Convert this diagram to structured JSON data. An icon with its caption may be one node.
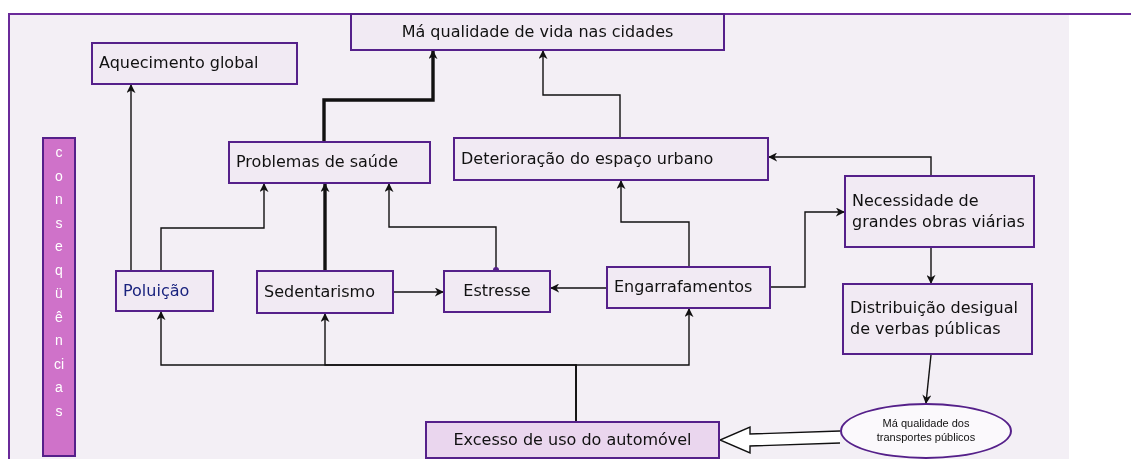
{
  "diagram": {
    "nodes": [
      {
        "text": [
          "Má qualidade de vida nas cidades"
        ]
      },
      {
        "text": [
          "Aquecimento global"
        ]
      },
      {
        "text": [
          "Problemas de saúde"
        ]
      },
      {
        "text": [
          "Deterioração do espaço urbano"
        ]
      },
      {
        "text": [
          "Necessidade de grandes obras viárias"
        ]
      },
      {
        "text": [
          "Poluição"
        ]
      },
      {
        "text": [
          "Sedentarismo"
        ]
      },
      {
        "text": [
          "Estresse"
        ]
      },
      {
        "text": [
          "Engarrafamentos"
        ]
      },
      {
        "text": [
          "Distribuição desigual de verbas públicas"
        ]
      },
      {
        "text": [
          "Excesso de uso do automóvel"
        ]
      },
      {
        "text": [
          "Má qualidade dos transportes públicos"
        ]
      },
      {
        "text": [
          "conseqüências"
        ]
      }
    ],
    "edges": [
      {
        "from": 2,
        "to": 0,
        "arrow": "to",
        "style": "thick"
      },
      {
        "from": 3,
        "to": 0,
        "arrow": "to"
      },
      {
        "from": 5,
        "to": 1,
        "arrow": "to"
      },
      {
        "from": 5,
        "to": 2,
        "arrow": "to"
      },
      {
        "from": 6,
        "to": 2,
        "arrow": "to",
        "style": "thick"
      },
      {
        "from": 7,
        "to": 2,
        "arrow": "to"
      },
      {
        "from": 6,
        "to": 7,
        "arrow": "to"
      },
      {
        "from": 8,
        "to": 7,
        "arrow": "to"
      },
      {
        "from": 8,
        "to": 3,
        "arrow": "to"
      },
      {
        "from": 8,
        "to": 4,
        "arrow": "to"
      },
      {
        "from": 4,
        "to": 3,
        "arrow": "to"
      },
      {
        "from": 4,
        "to": 9,
        "arrow": "to"
      },
      {
        "from": 9,
        "to": 11,
        "arrow": "to"
      },
      {
        "from": 10,
        "to": 5,
        "arrow": "to"
      },
      {
        "from": 10,
        "to": 6,
        "arrow": "to"
      },
      {
        "from": 10,
        "to": 8,
        "arrow": "to"
      },
      {
        "from": 11,
        "to": 10,
        "arrow": "to"
      }
    ]
  }
}
